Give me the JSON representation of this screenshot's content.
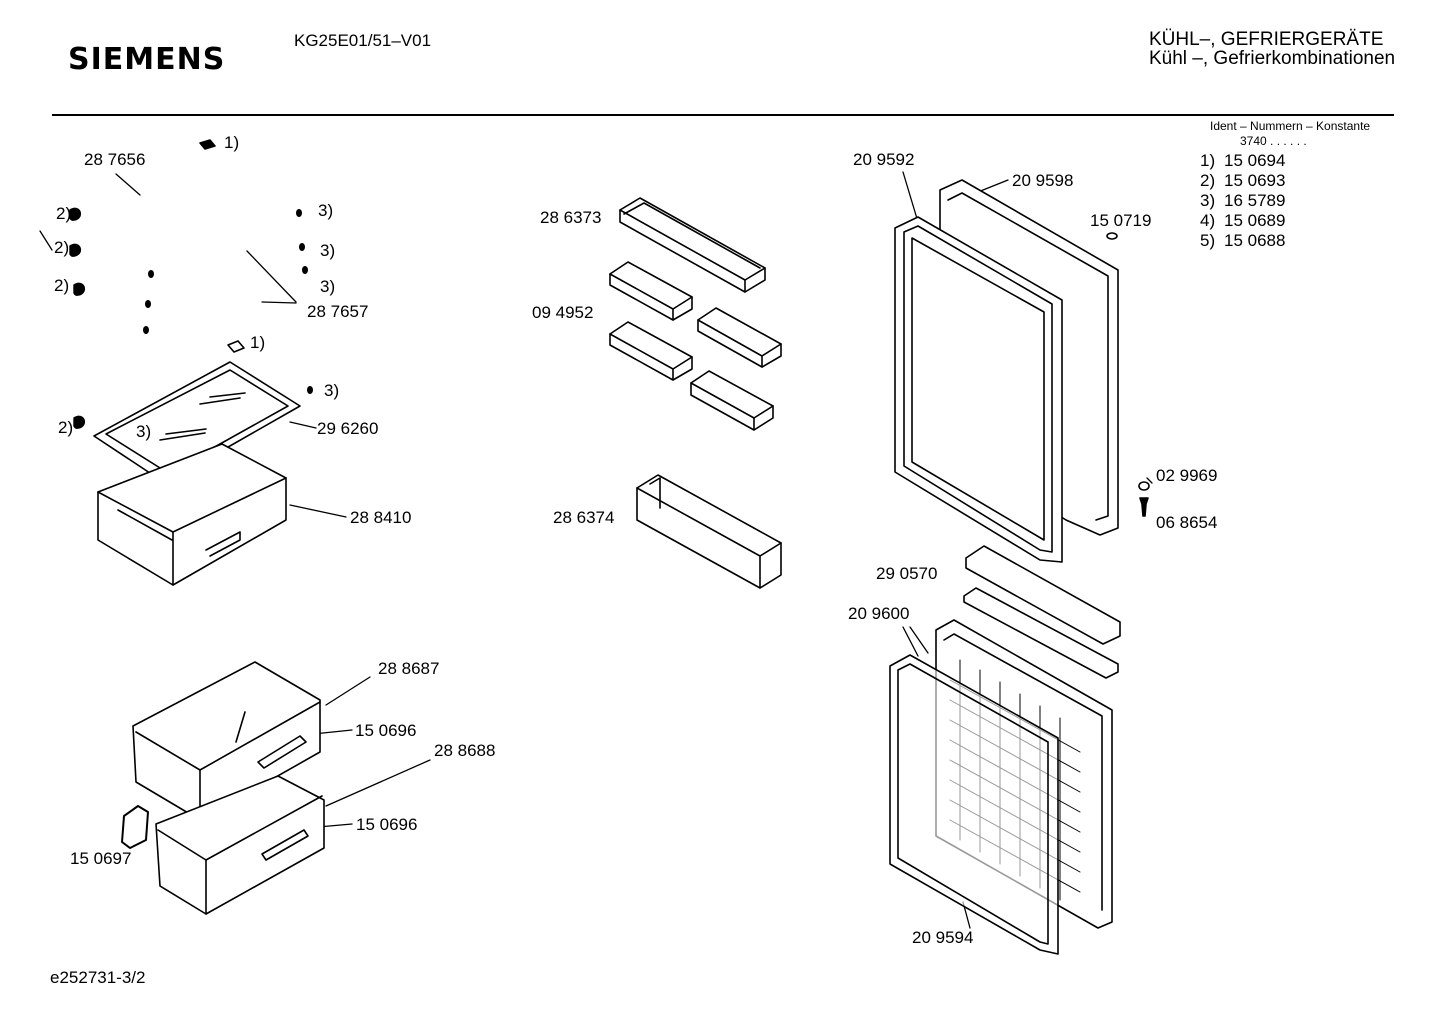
{
  "header": {
    "brand": "SIEMENS",
    "model": "KG25E01/51–V01",
    "category_line1": "KÜHL–, GEFRIERGERÄTE",
    "category_line2": "Kühl –, Gefrierkombinationen"
  },
  "ident": {
    "title": "Ident – Nummern – Konstante",
    "constant": "3740 . .   . . . .",
    "items": [
      {
        "key": "1)",
        "value": "15 0694"
      },
      {
        "key": "2)",
        "value": "15 0693"
      },
      {
        "key": "3)",
        "value": "16 5789"
      },
      {
        "key": "4)",
        "value": "15 0689"
      },
      {
        "key": "5)",
        "value": "15 0688"
      }
    ]
  },
  "labels": {
    "p287656": "28 7656",
    "ref1a": "1)",
    "ref2a": "2)",
    "ref2b": "2)",
    "ref2c": "2)",
    "ref3a": "3)",
    "ref3b": "3)",
    "ref3c": "3)",
    "p287657": "28 7657",
    "ref1b": "1)",
    "ref3d": "3)",
    "ref2d": "2)",
    "ref3e": "3)",
    "p296260": "29 6260",
    "p288410": "28 8410",
    "p286373": "28 6373",
    "p094952": "09 4952",
    "p286374": "28 6374",
    "p209592": "20 9592",
    "p209598": "20 9598",
    "p150719": "15 0719",
    "p029969": "02 9969",
    "p068654": "06 8654",
    "p290570": "29 0570",
    "p209600": "20 9600",
    "p209594": "20 9594",
    "p288687": "28 8687",
    "p150696a": "15 0696",
    "p288688": "28 8688",
    "p150696b": "15 0696",
    "p150697": "15 0697"
  },
  "footer": {
    "doc_id": "e252731-3/2"
  }
}
